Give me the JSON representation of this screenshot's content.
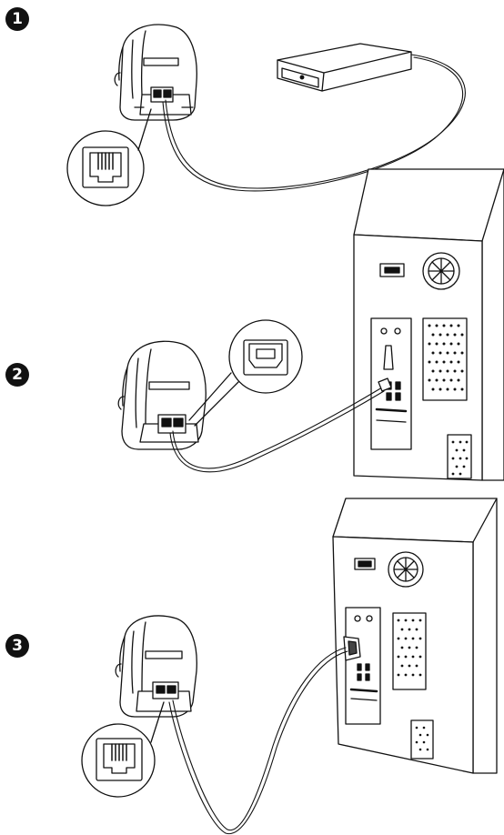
{
  "steps": [
    {
      "number": "1"
    },
    {
      "number": "2"
    },
    {
      "number": "3"
    }
  ],
  "colors": {
    "line": "#111111",
    "fill": "#ffffff",
    "shade": "#444444",
    "background": "#ffffff"
  },
  "icons": [
    "label-printer-icon",
    "cash-drawer-icon",
    "rj11-port-icon",
    "usb-b-port-icon",
    "pc-tower-icon",
    "serial-connector-icon"
  ]
}
